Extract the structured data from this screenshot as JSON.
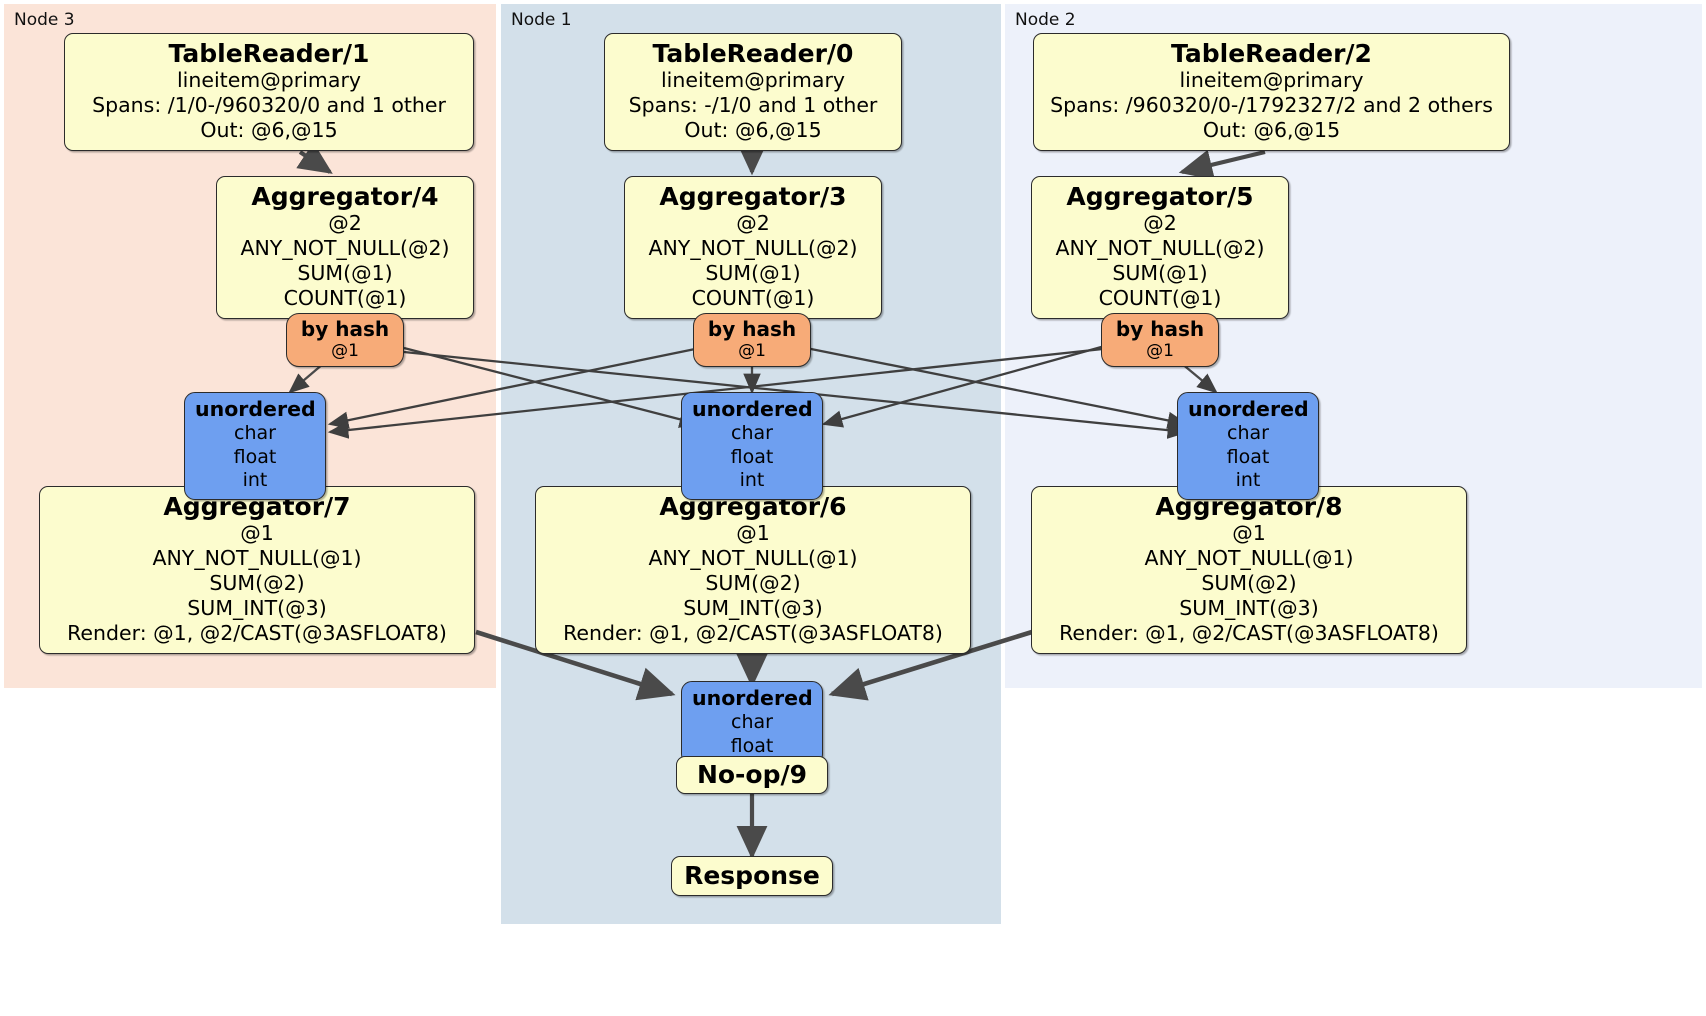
{
  "diagram": {
    "title": "Distributed query plan",
    "colors": {
      "box_fill": "#fcfcce",
      "box_stroke": "#2b2b2b",
      "hash_router_fill": "#f7ab78",
      "unordered_router_fill": "#6e9ff0",
      "node3_panel": "#fbe4d8",
      "node1_panel": "#d3e0ea",
      "node2_panel": "#edf1fa",
      "edge_thin": "#3f3f3f",
      "edge_thick": "#4a4a4a"
    }
  },
  "panels": [
    {
      "id": "node3",
      "label": "Node 3",
      "fill": "#fbe4d8"
    },
    {
      "id": "node1",
      "label": "Node 1",
      "fill": "#d3e0ea"
    },
    {
      "id": "node2",
      "label": "Node 2",
      "fill": "#edf1fa"
    }
  ],
  "processors": {
    "table_reader_1": {
      "title": "TableReader/1",
      "lines": [
        "lineitem@primary",
        "Spans: /1/0-/960320/0 and 1 other",
        "Out: @6,@15"
      ]
    },
    "table_reader_0": {
      "title": "TableReader/0",
      "lines": [
        "lineitem@primary",
        "Spans: -/1/0 and 1 other",
        "Out: @6,@15"
      ]
    },
    "table_reader_2": {
      "title": "TableReader/2",
      "lines": [
        "lineitem@primary",
        "Spans: /960320/0-/1792327/2 and 2 others",
        "Out: @6,@15"
      ]
    },
    "aggregator_4": {
      "title": "Aggregator/4",
      "lines": [
        "@2",
        "ANY_NOT_NULL(@2)",
        "SUM(@1)",
        "COUNT(@1)"
      ]
    },
    "aggregator_3": {
      "title": "Aggregator/3",
      "lines": [
        "@2",
        "ANY_NOT_NULL(@2)",
        "SUM(@1)",
        "COUNT(@1)"
      ]
    },
    "aggregator_5": {
      "title": "Aggregator/5",
      "lines": [
        "@2",
        "ANY_NOT_NULL(@2)",
        "SUM(@1)",
        "COUNT(@1)"
      ]
    },
    "aggregator_7": {
      "title": "Aggregator/7",
      "lines": [
        "@1",
        "ANY_NOT_NULL(@1)",
        "SUM(@2)",
        "SUM_INT(@3)",
        "Render: @1, @2/CAST(@3ASFLOAT8)"
      ]
    },
    "aggregator_6": {
      "title": "Aggregator/6",
      "lines": [
        "@1",
        "ANY_NOT_NULL(@1)",
        "SUM(@2)",
        "SUM_INT(@3)",
        "Render: @1, @2/CAST(@3ASFLOAT8)"
      ]
    },
    "aggregator_8": {
      "title": "Aggregator/8",
      "lines": [
        "@1",
        "ANY_NOT_NULL(@1)",
        "SUM(@2)",
        "SUM_INT(@3)",
        "Render: @1, @2/CAST(@3ASFLOAT8)"
      ]
    },
    "noop_9": {
      "title": "No-op/9",
      "lines": []
    },
    "response": {
      "title": "Response",
      "lines": []
    }
  },
  "routers": {
    "hash_left": {
      "title": "by hash",
      "lines": [
        "@1"
      ]
    },
    "hash_mid": {
      "title": "by hash",
      "lines": [
        "@1"
      ]
    },
    "hash_right": {
      "title": "by hash",
      "lines": [
        "@1"
      ]
    },
    "unordered_left": {
      "title": "unordered",
      "lines": [
        "char",
        "float",
        "int"
      ]
    },
    "unordered_mid": {
      "title": "unordered",
      "lines": [
        "char",
        "float",
        "int"
      ]
    },
    "unordered_right": {
      "title": "unordered",
      "lines": [
        "char",
        "float",
        "int"
      ]
    },
    "unordered_final": {
      "title": "unordered",
      "lines": [
        "char",
        "float"
      ]
    }
  }
}
